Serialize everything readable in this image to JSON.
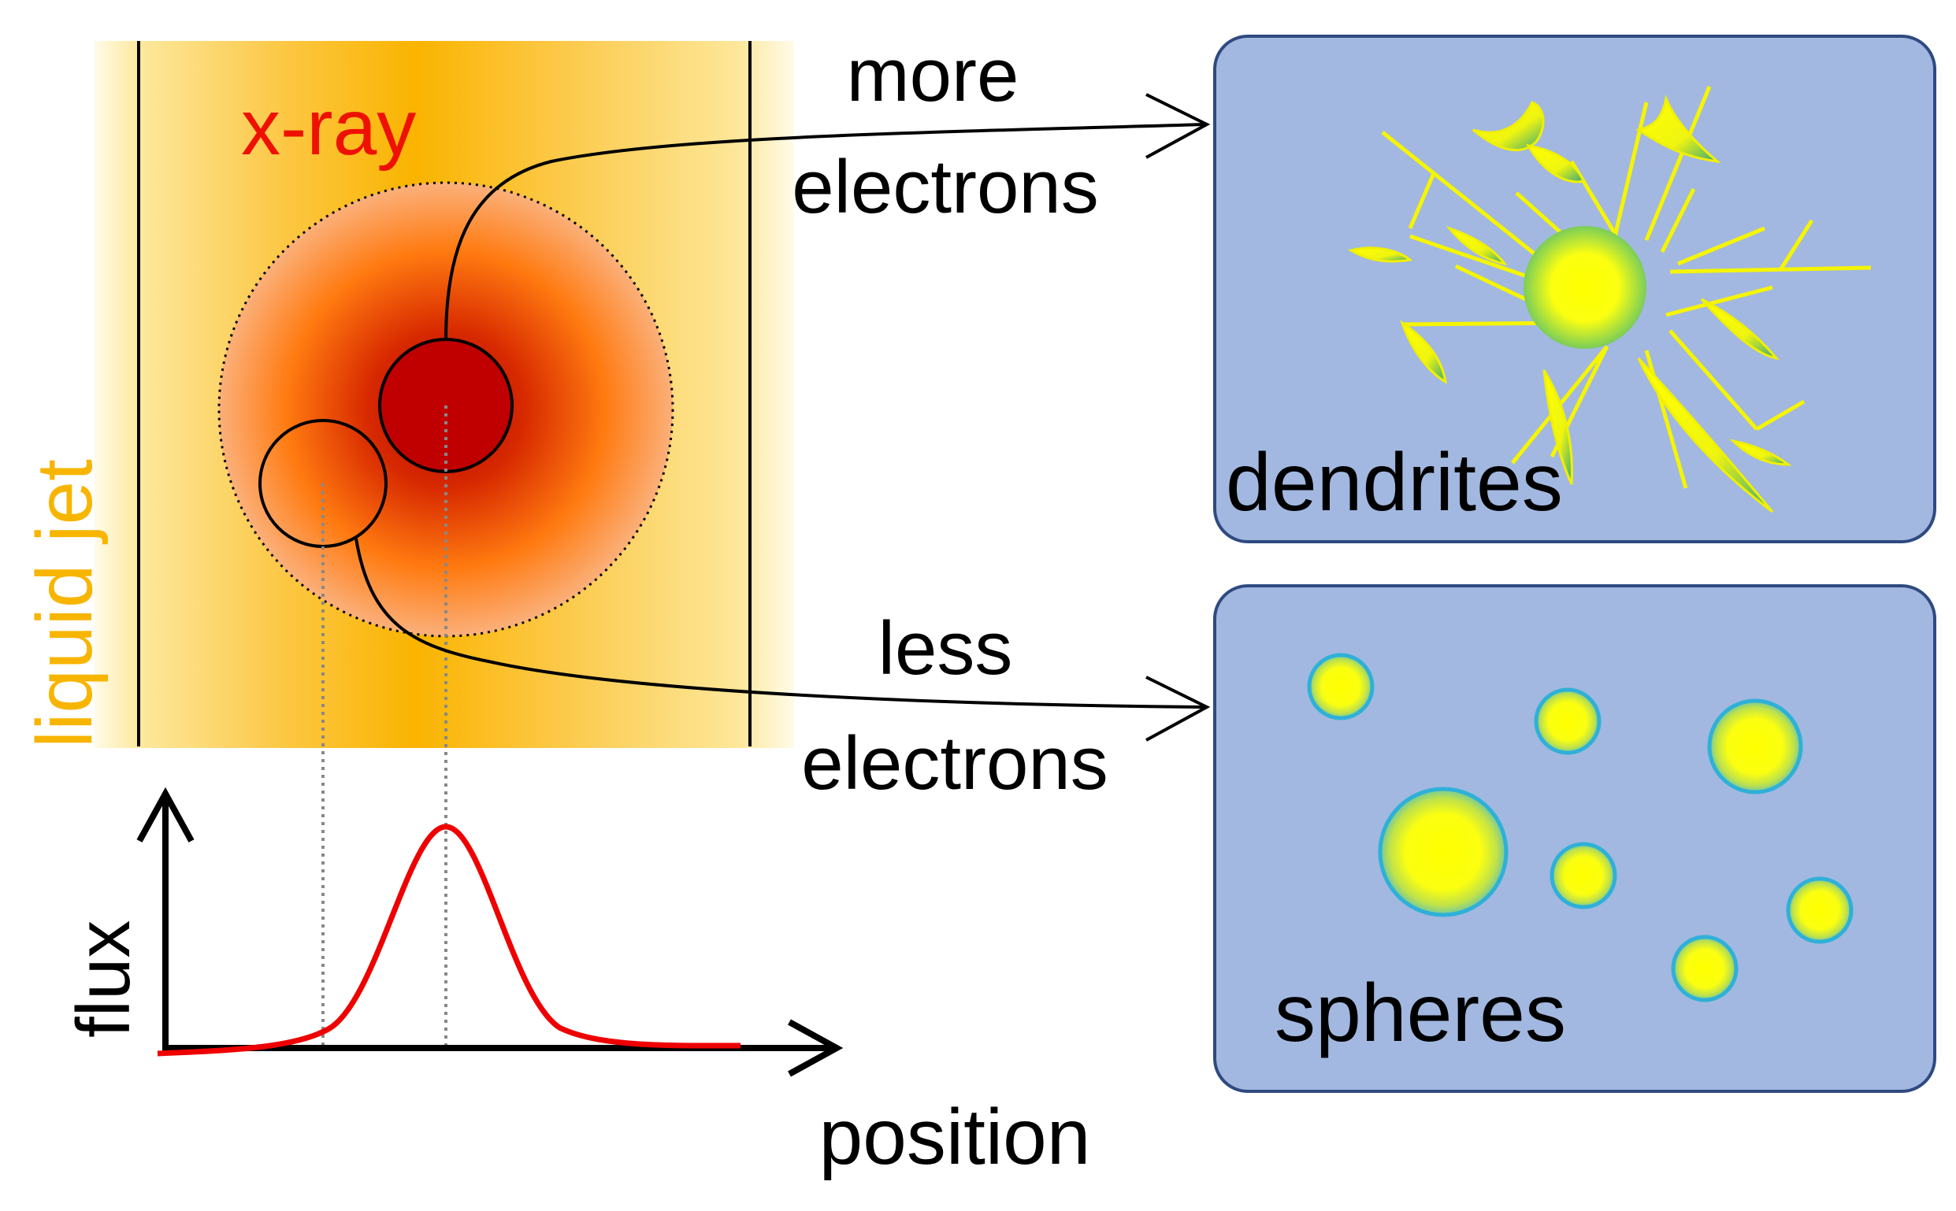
{
  "labels": {
    "xray": "x-ray",
    "liquid_jet": "liquid jet",
    "more": "more",
    "more_electrons": "electrons",
    "less": "less",
    "less_electrons": "electrons",
    "flux": "flux",
    "position": "position",
    "dendrites": "dendrites",
    "spheres": "spheres"
  },
  "colors": {
    "xray_text": "#ee1100",
    "jet_text": "#f7b500",
    "panel_fill": "#a2b8e0",
    "panel_stroke": "#2e4a80",
    "flux_curve": "#ee0000",
    "sphere_core": "#ffff00",
    "sphere_rim": "#2fb0d8"
  }
}
